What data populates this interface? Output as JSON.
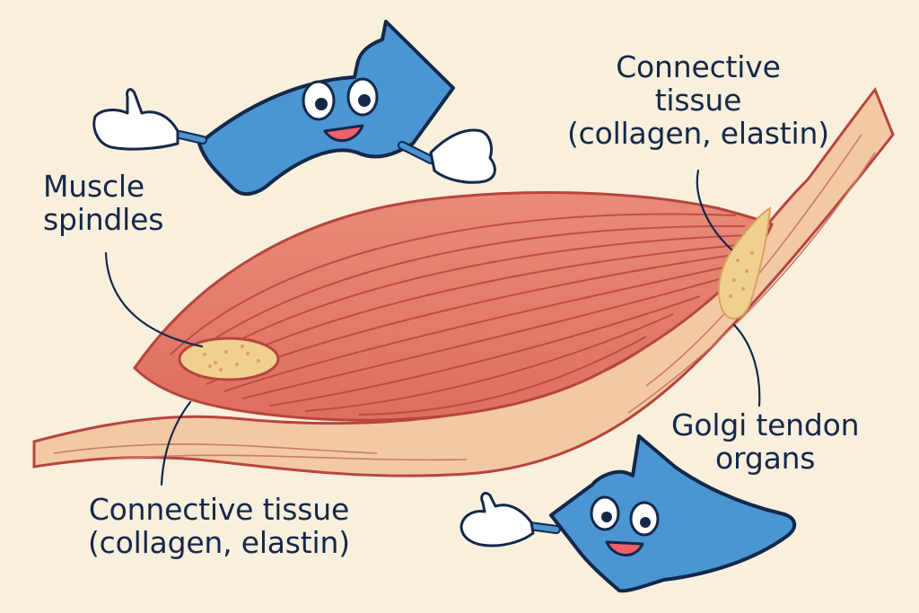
{
  "labels": {
    "muscle_spindles": [
      "Muscle",
      "spindles"
    ],
    "connective_tissue_top": [
      "Connective",
      "tissue",
      "(collagen, elastin)"
    ],
    "golgi_tendon_organs": [
      "Golgi tendon",
      "organs"
    ],
    "connective_tissue_bottom": [
      "Connective tissue",
      "(collagen, elastin)"
    ]
  },
  "colors": {
    "background": "#f8efdd",
    "muscle": "#e57a6b",
    "tendon": "#f3c9a5",
    "spindle": "#f0cf8f",
    "character": "#4a95d2",
    "outline": "#14284a"
  },
  "icons": [
    "arrow-character-icon",
    "arrow-character-icon"
  ]
}
